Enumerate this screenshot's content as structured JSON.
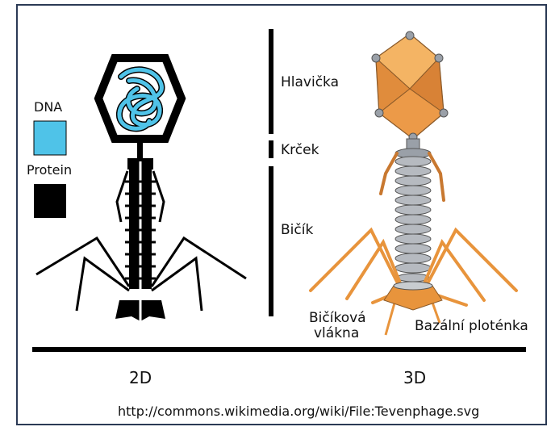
{
  "legend": {
    "items": [
      {
        "label": "DNA",
        "color": "#4fc3e8"
      },
      {
        "label": "Protein",
        "color": "#000000"
      }
    ]
  },
  "parts": {
    "head": "Hlavička",
    "neck": "Krček",
    "tail": "Bičík",
    "fibers_line1": "Bičíková",
    "fibers_line2": "vlákna",
    "baseplate": "Bazální ploténka"
  },
  "views": {
    "left": "2D",
    "right": "3D"
  },
  "source_url": "http://commons.wikimedia.org/wiki/File:Tevenphage.svg",
  "colors": {
    "dna": "#4fc3e8",
    "protein": "#000000",
    "capsid_3d": "#f0a050",
    "tail_3d": "#9aa0a8",
    "frame": "#2b3a55"
  }
}
